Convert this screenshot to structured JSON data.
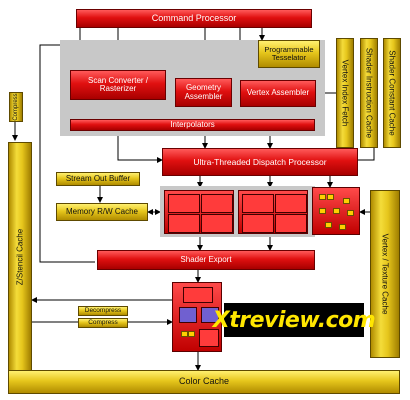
{
  "blocks": {
    "command_processor": "Command Processor",
    "programmable_tessellator": "Programmable Tesselator",
    "scan_converter": "Scan Converter / Rasterizer",
    "geometry_assembler": "Geometry Assembler",
    "vertex_assembler": "Vertex Assembler",
    "interpolators": "Interpolators",
    "vertex_index_fetch": "Vertex Index Fetch",
    "shader_instruction_cache": "Shader Instruction Cache",
    "shader_constant_cache": "Shader Constant Cache",
    "dispatch_processor": "Ultra-Threaded Dispatch Processor",
    "stream_out_buffer": "Stream Out Buffer",
    "memory_rw_cache": "Memory R/W Cache",
    "shader_export": "Shader Export",
    "vertex_texture_cache": "Vertex / Texture Cache",
    "zstencil_cache": "Z/Stencil Cache",
    "compress_top": "Compress",
    "decompress": "Decompress",
    "compress_bottom": "Compress",
    "color_cache": "Color Cache"
  },
  "watermark": "Xtreview.com"
}
